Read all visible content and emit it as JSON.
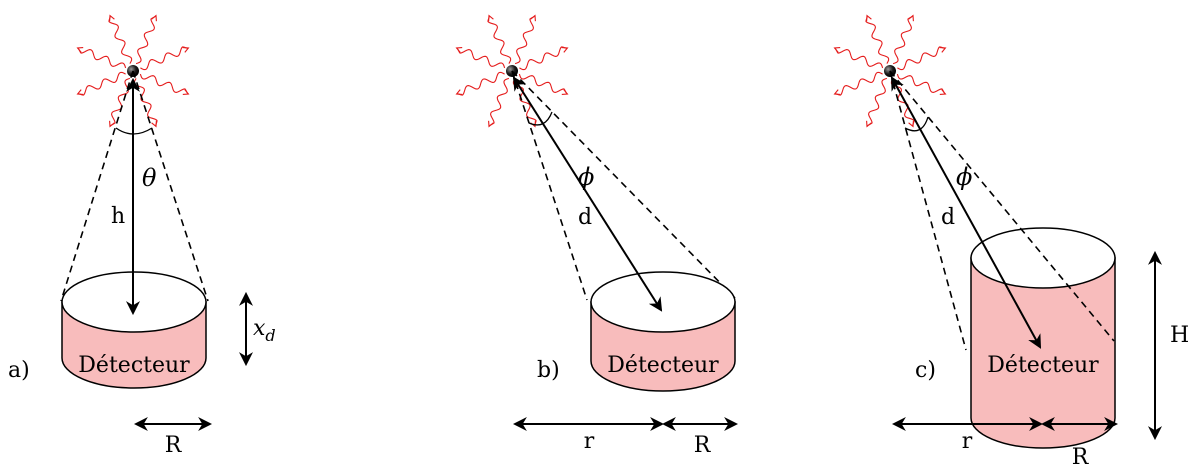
{
  "panels": [
    {
      "id": "a",
      "tag": "a)",
      "detector_label": "Détecteur",
      "distance_label": "h",
      "angle_label": "θ",
      "thickness_label_main": "x",
      "thickness_label_sub": "d",
      "radius_label": "R"
    },
    {
      "id": "b",
      "tag": "b)",
      "detector_label": "Détecteur",
      "distance_label": "d",
      "angle_label": "ϕ",
      "offset_label": "r",
      "radius_label": "R"
    },
    {
      "id": "c",
      "tag": "c)",
      "detector_label": "Détecteur",
      "distance_label": "d",
      "angle_label": "ϕ",
      "offset_label": "r",
      "radius_label": "R",
      "height_label": "H"
    }
  ],
  "colors": {
    "detector_fill": "#f8bcbc",
    "radiation": "#e51c1c",
    "ink": "#000000"
  }
}
